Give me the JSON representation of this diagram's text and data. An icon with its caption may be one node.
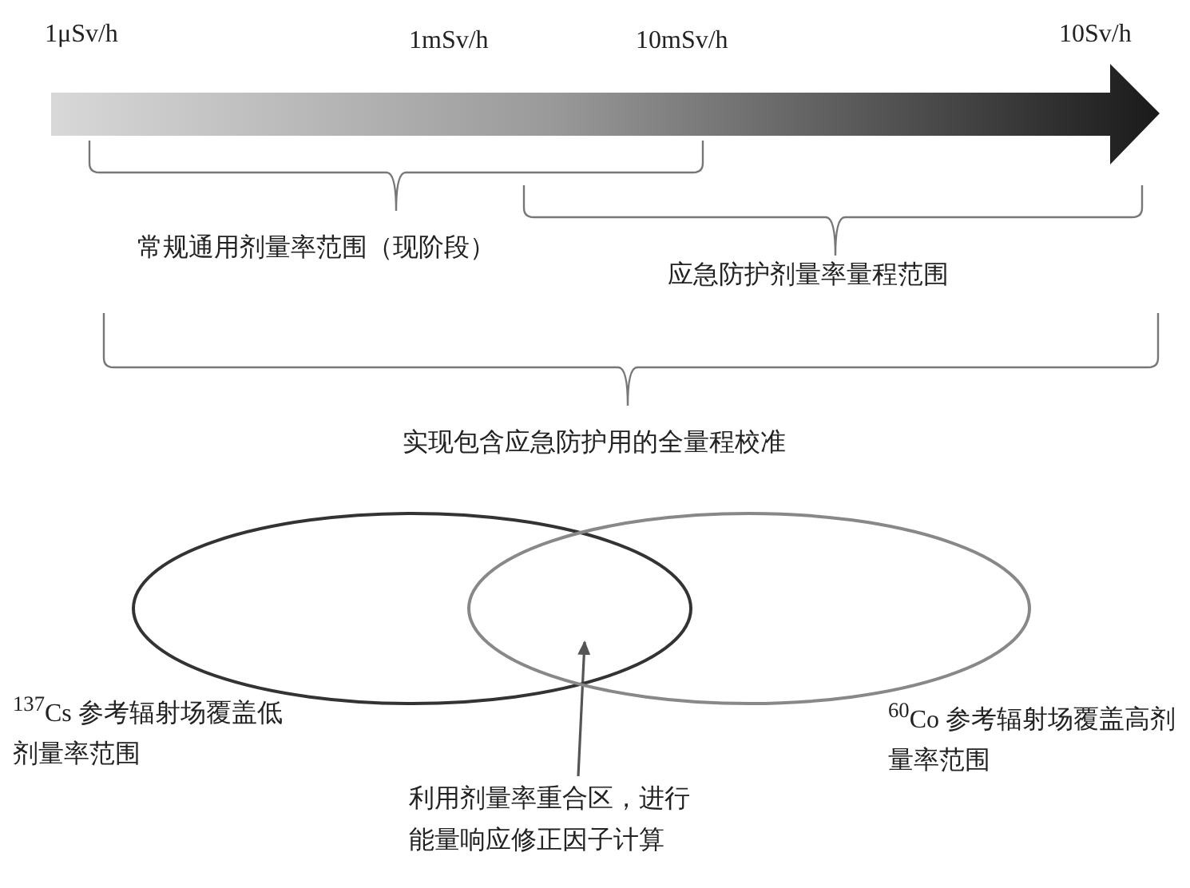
{
  "diagram": {
    "nodes": [
      {
        "text": [],
        "shape": "ellipse",
        "beside": [
          "$^{137}$Cs 参考辐射场覆盖低剂量率范围"
        ]
      },
      {
        "text": [],
        "shape": "ellipse",
        "beside": [
          "$^{60}$Co 参考辐射场覆盖高剂量率范围"
        ]
      },
      {
        "text": [
          "利用剂量率重合区，进行能量响应修正因子计算"
        ]
      }
    ],
    "edges": [
      {
        "from": 2,
        "to": 0,
        "arrow": "to"
      }
    ],
    "labels": [
      "1μSv/h",
      "1mSv/h",
      "10mSv/h",
      "10Sv/h",
      "常规通用剂量率范围（现阶段）",
      "应急防护剂量率量程范围",
      "实现包含应急防护用的全量程校准"
    ]
  }
}
